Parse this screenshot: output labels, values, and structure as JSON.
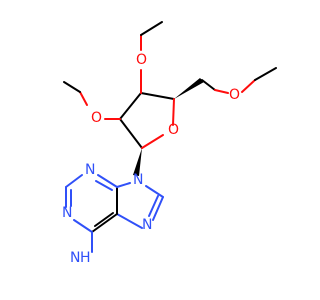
{
  "molecule": {
    "atoms": {
      "o_ring": "O",
      "n9": "N",
      "n7": "N",
      "n1": "N",
      "n3": "N",
      "n_amine": "N",
      "h2_amine": "H",
      "o_2": "O",
      "o_3": "O",
      "o_5": "O"
    }
  },
  "colors": {
    "carbon": "#000000",
    "nitrogen": "#3050F8",
    "oxygen": "#FF0D0D",
    "background": "#ffffff"
  }
}
